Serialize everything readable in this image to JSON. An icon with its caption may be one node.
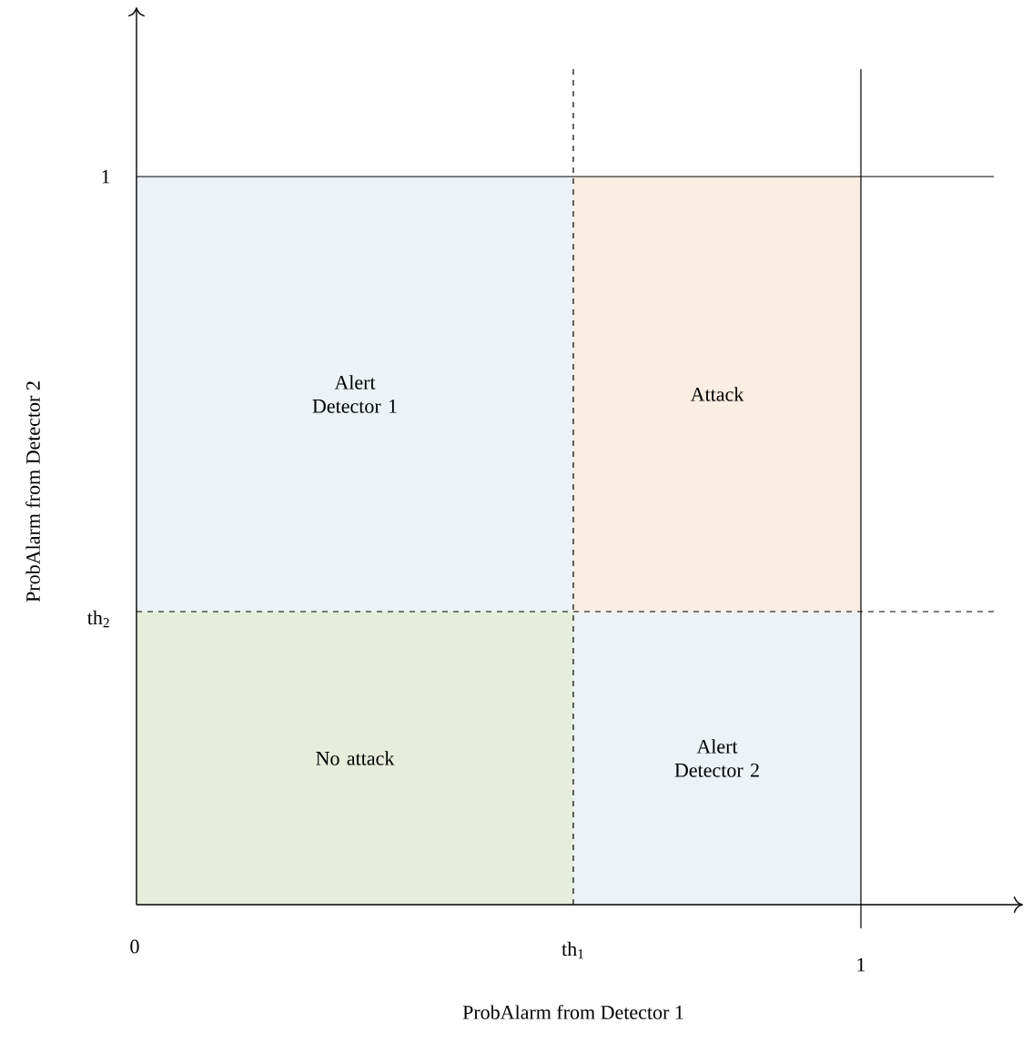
{
  "diagram": {
    "nodes": [
      {
        "text": [
          "Alert Detector 1"
        ]
      },
      {
        "text": [
          "Attack"
        ]
      },
      {
        "text": [
          "No attack"
        ]
      },
      {
        "text": [
          "Alert Detector 2"
        ]
      }
    ],
    "labels": [
      "1",
      "th$_{2}$",
      "0",
      "th$_{1}$",
      "1",
      "ProbAlarm from Detector 1",
      "ProbAlarm from Detector 2"
    ]
  }
}
